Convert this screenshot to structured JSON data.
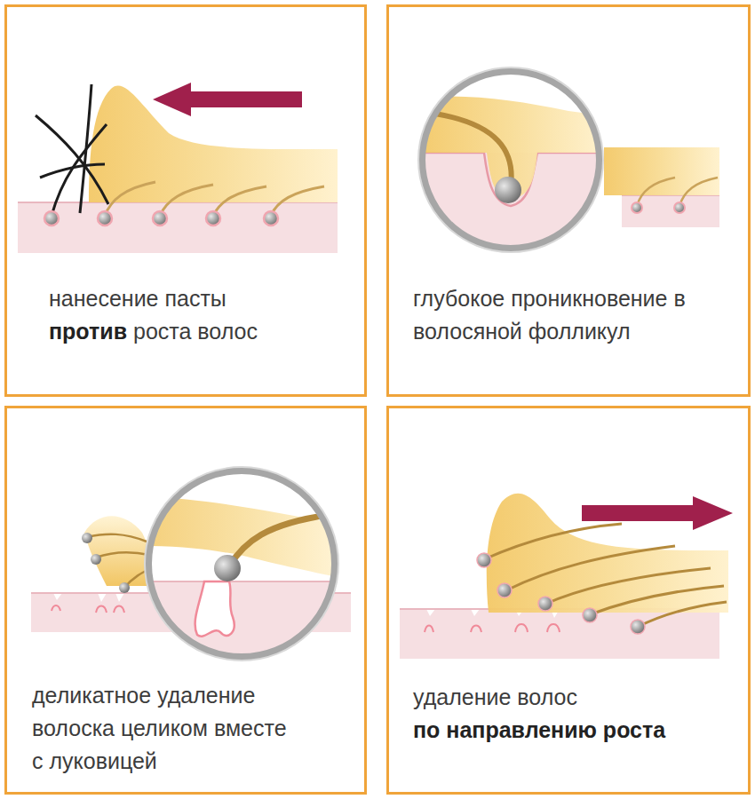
{
  "diagram": {
    "nodes": [
      {
        "text": [
          "нанесение пасты",
          "против",
          "роста волос"
        ]
      },
      {
        "text": [
          "глубокое проникновение в волосяной фолликул"
        ]
      },
      {
        "text": [
          "деликатное удаление волоска целиком вместе с луковицей"
        ]
      },
      {
        "text": [
          "удаление волос",
          "по направлению роста"
        ]
      }
    ]
  }
}
